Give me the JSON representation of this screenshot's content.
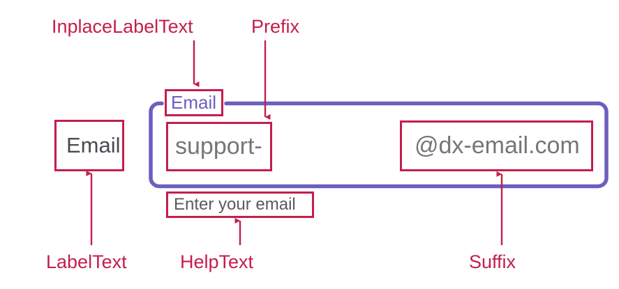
{
  "diagram": {
    "title": "Email editor anatomy annotation",
    "colors": {
      "annotation": "#C41E4A",
      "control_border": "#6B5FC0",
      "inplace_label_text": "#6B5FC0",
      "label_text": "#4A4A52",
      "affix_text": "#767676",
      "help_text": "#5A5A5A",
      "background": "#FFFFFF"
    }
  },
  "control": {
    "label_text": "Email",
    "inplace_label_text": "Email",
    "prefix": "support-",
    "suffix": "@dx-email.com",
    "help_text": "Enter your email"
  },
  "callouts": {
    "inplace_label": "InplaceLabelText",
    "prefix": "Prefix",
    "label": "LabelText",
    "help": "HelpText",
    "suffix": "Suffix"
  }
}
